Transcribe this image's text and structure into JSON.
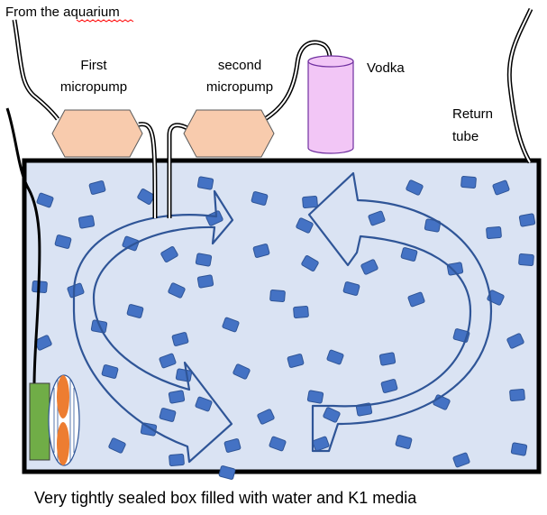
{
  "labels": {
    "source": "From the aquarium",
    "pump1_line1": "First",
    "pump1_line2": "micropump",
    "pump2_line1": "second",
    "pump2_line2": "micropump",
    "vodka": "Vodka",
    "return_line1": "Return",
    "return_line2": "tube",
    "caption": "Very tightly sealed box filled with water and K1 media"
  },
  "colors": {
    "water": "#dae3f3",
    "box_border": "#000000",
    "media": "#4472c4",
    "media_edge": "#2f5597",
    "flow_arrow": "#2f5597",
    "pump_fill": "#f8cbad",
    "pump_edge": "#5a5a5a",
    "vodka_fill": "#f2c6f6",
    "vodka_edge": "#7030a0",
    "motor": "#70ad47",
    "propeller": "#ed7d31",
    "spell_underline": "#ff0000"
  },
  "icons": {
    "pump": "hexagon-pump-icon",
    "vodka": "cylinder-container-icon",
    "fan": "propeller-fan-icon"
  }
}
